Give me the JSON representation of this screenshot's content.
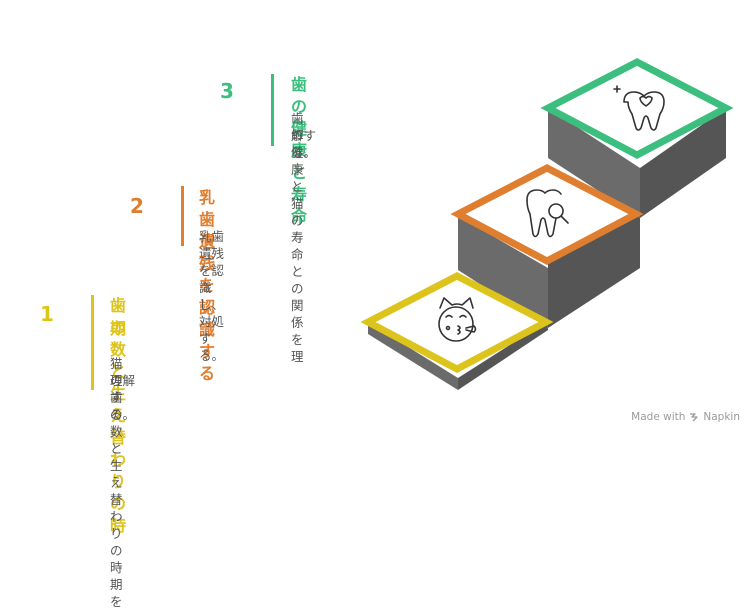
{
  "colors": {
    "step1": "#ddc41c",
    "step2": "#e07e30",
    "step3": "#3cbf7e",
    "stair_top": "#ffffff",
    "stair_front": "#6b6b6b",
    "stair_side": "#555555"
  },
  "steps": [
    {
      "number": "1",
      "title_line1": "歯の数と生え替わりの時",
      "title_line2": "期",
      "desc_line1": "猫の歯の数と生え替わりの時期を",
      "desc_line2": "理解する。",
      "icon": "cat-face-icon"
    },
    {
      "number": "2",
      "title_line1": "乳歯遺残を認識する",
      "desc_line1": "乳歯遺残を認識し、対処する。",
      "icon": "tooth-magnifier-icon"
    },
    {
      "number": "3",
      "title_line1": "歯の健康と寿命",
      "desc_line1": "歯の健康と猫の寿命との関係を理",
      "desc_line2": "解する。",
      "icon": "tooth-heart-icon"
    }
  ],
  "watermark": {
    "made_with": "Made with",
    "brand": "Napkin",
    "icon": "napkin-logo-icon"
  }
}
